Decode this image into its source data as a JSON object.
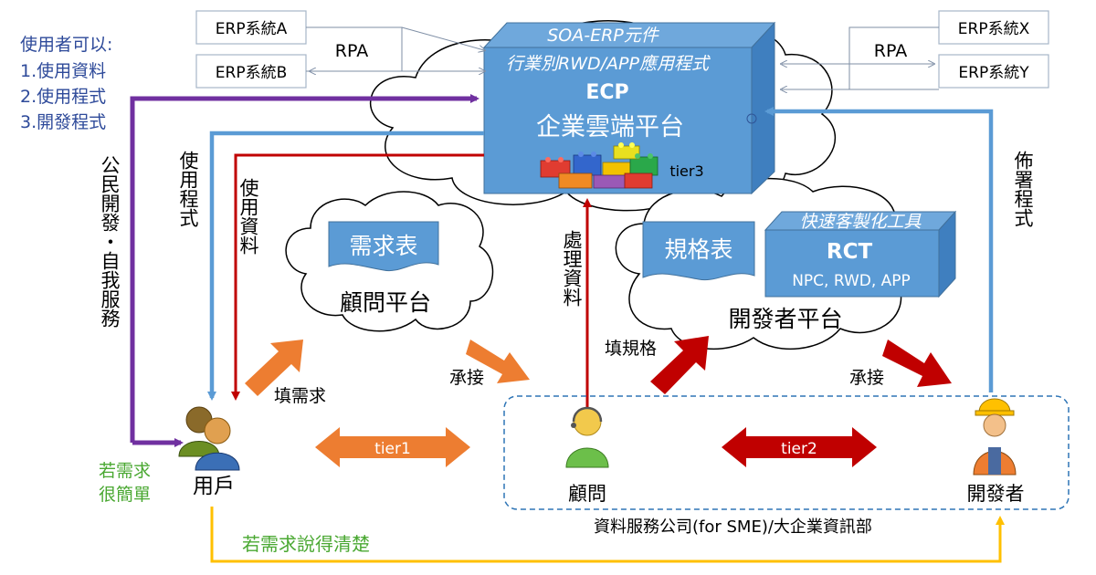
{
  "erp_left": [
    "ERP系統A",
    "ERP系統B"
  ],
  "erp_right": [
    "ERP系統X",
    "ERP系統Y"
  ],
  "rpa_label": "RPA",
  "ecp": {
    "top_line1": "SOA-ERP元件",
    "top_line2": "行業別RWD/APP應用程式",
    "title": "ECP",
    "subtitle": "企業雲端平台",
    "tier": "tier3"
  },
  "user_caps": {
    "title": "使用者可以:",
    "items": [
      "1.使用資料",
      "2.使用程式",
      "3.開發程式"
    ]
  },
  "vertical_labels": {
    "public_dev": "公民開發・自我服務",
    "use_program": "使用程式",
    "use_data": "使用資料",
    "process_data": "處理資料",
    "deploy_program": "佈署程式"
  },
  "consultant_platform": {
    "doc": "需求表",
    "name": "顧問平台"
  },
  "developer_platform": {
    "doc": "規格表",
    "rct_header": "快速客製化工具",
    "rct_title": "RCT",
    "rct_sub": "NPC, RWD, APP",
    "name": "開發者平台"
  },
  "flows": {
    "fill_req": "填需求",
    "undertake1": "承接",
    "fill_spec": "填規格",
    "undertake2": "承接",
    "tier1": "tier1",
    "tier2": "tier2"
  },
  "roles": {
    "user": "用戶",
    "consultant": "顧問",
    "developer": "開發者"
  },
  "notes": {
    "if_simple": [
      "若需求",
      "很簡單"
    ],
    "if_clear": "若需求說得清楚",
    "company": "資料服務公司(for SME)/大企業資訊部"
  },
  "colors": {
    "blue_box": "#5b9bd5",
    "purple": "#7030a0",
    "red": "#c00000",
    "orange": "#ed7d31",
    "gold": "#ffc000",
    "green_text": "#4aa832",
    "cyan_box": "#4fb3e8"
  }
}
